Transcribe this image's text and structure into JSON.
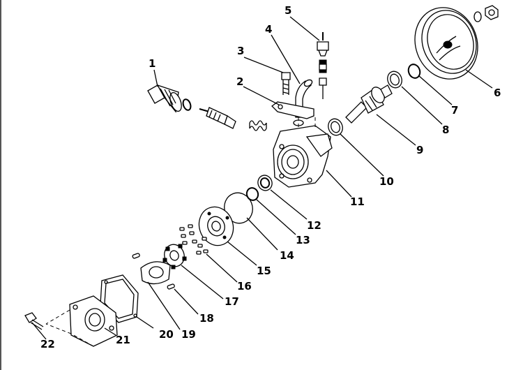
{
  "callouts": [
    {
      "id": "callout-1",
      "label": "1"
    },
    {
      "id": "callout-2",
      "label": "2"
    },
    {
      "id": "callout-3",
      "label": "3"
    },
    {
      "id": "callout-4",
      "label": "4"
    },
    {
      "id": "callout-5",
      "label": "5"
    },
    {
      "id": "callout-6",
      "label": "6"
    },
    {
      "id": "callout-7",
      "label": "7"
    },
    {
      "id": "callout-8",
      "label": "8"
    },
    {
      "id": "callout-9",
      "label": "9"
    },
    {
      "id": "callout-10",
      "label": "10"
    },
    {
      "id": "callout-11",
      "label": "11"
    },
    {
      "id": "callout-12",
      "label": "12"
    },
    {
      "id": "callout-13",
      "label": "13"
    },
    {
      "id": "callout-14",
      "label": "14"
    },
    {
      "id": "callout-15",
      "label": "15"
    },
    {
      "id": "callout-16",
      "label": "16"
    },
    {
      "id": "callout-17",
      "label": "17"
    },
    {
      "id": "callout-18",
      "label": "18"
    },
    {
      "id": "callout-19",
      "label": "19"
    },
    {
      "id": "callout-20",
      "label": "20"
    },
    {
      "id": "callout-21",
      "label": "21"
    },
    {
      "id": "callout-22",
      "label": "22"
    }
  ]
}
